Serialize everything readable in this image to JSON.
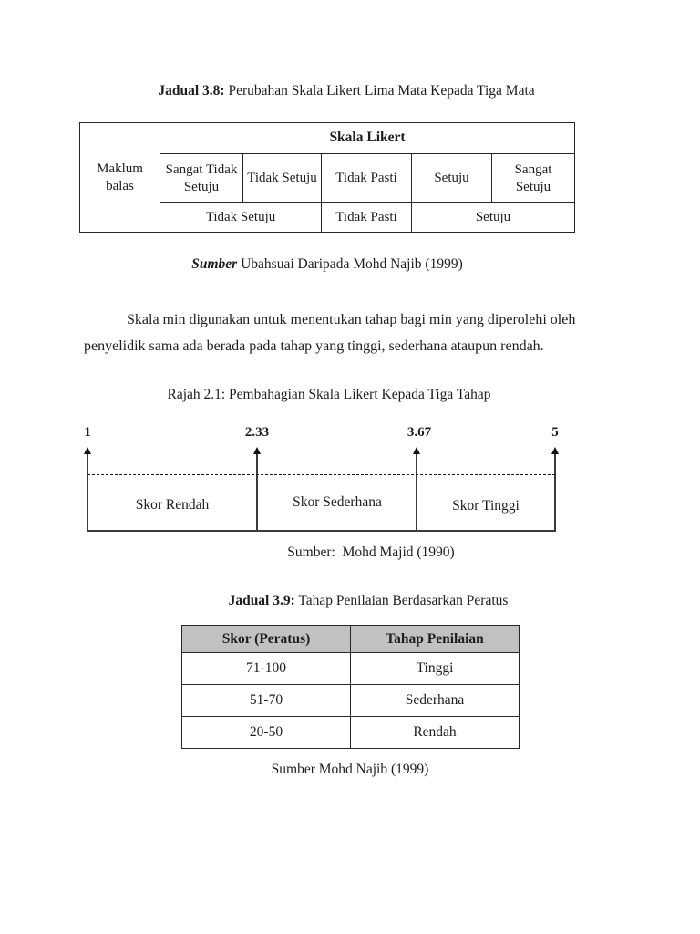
{
  "captions": {
    "table38_title": {
      "bold": "Jadual 3.8:",
      "rest": " Perubahan Skala Likert Lima Mata Kepada Tiga Mata"
    },
    "table38_source": {
      "bold": "Sumber",
      "rest": " Ubahsuai Daripada Mohd Najib (1999)"
    },
    "figure_caption": "Rajah 2.1: Pembahagian Skala Likert Kepada Tiga Tahap",
    "figure_source": "Sumber:  Mohd Majid (1990)",
    "table39_title": {
      "bold": "Jadual 3.9:",
      "rest": " Tahap Penilaian Berdasarkan Peratus"
    },
    "table39_source": "Sumber Mohd Najib (1999)"
  },
  "paragraph": {
    "line1": "Skala min digunakan untuk menentukan tahap bagi min yang diperolehi oleh",
    "line2": "penyelidik sama ada berada pada tahap yang tinggi, sederhana ataupun rendah."
  },
  "table38": {
    "row_header": "Maklum balas",
    "group_header": "Skala Likert",
    "scale5": [
      "Sangat Tidak Setuju",
      "Tidak Setuju",
      "Tidak Pasti",
      "Setuju",
      "Sangat Setuju"
    ],
    "scale3": [
      "Tidak Setuju",
      "Tidak Pasti",
      "Setuju"
    ]
  },
  "figure": {
    "ticks": [
      "1",
      "2.33",
      "3.67",
      "5"
    ],
    "segments": [
      "Skor Rendah",
      "Skor Sederhana",
      "Skor Tinggi"
    ]
  },
  "table39": {
    "headers": [
      "Skor (Peratus)",
      "Tahap Penilaian"
    ],
    "rows": [
      [
        "71-100",
        "Tinggi"
      ],
      [
        "51-70",
        "Sederhana"
      ],
      [
        "20-50",
        "Rendah"
      ]
    ],
    "header_bg": "#c1c1c1"
  },
  "colors": {
    "text": "#1d1d1d",
    "border": "#262626",
    "table39_header_bg": "#c1c1c1"
  }
}
